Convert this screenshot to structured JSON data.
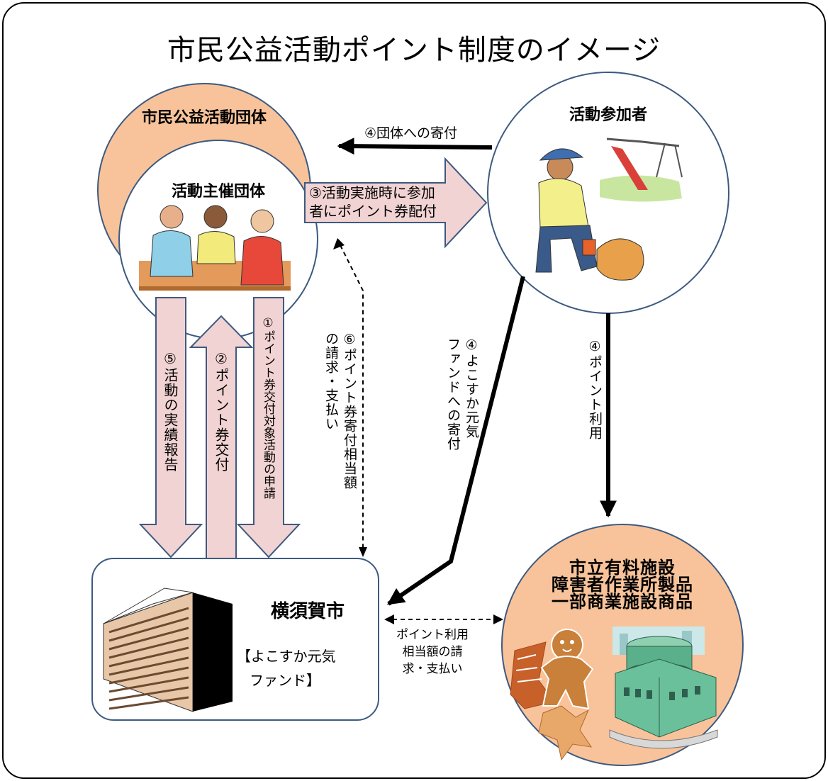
{
  "title": "市民公益活動ポイント制度のイメージ",
  "nodes": {
    "civic_group": "市民公益活動団体",
    "host_group": "活動主催団体",
    "participant": "活動参加者",
    "city": "横須賀市",
    "fund_line1": "【よこすか元気",
    "fund_line2": "ファンド】",
    "facility_line1": "市立有料施設",
    "facility_line2": "障害者作業所製品",
    "facility_line3": "一部商業施設商品"
  },
  "flows": {
    "donation_to_group": "④団体への寄付",
    "distribute_line1": "③活動実施時に参加",
    "distribute_line2": "者にポイント券配付",
    "report": "⑤活動の実績報告",
    "issue": "②ポイント券交付",
    "apply": "①ポイント券交付対象活動の申請",
    "claim_col1": "⑥ポイント券寄付相当額",
    "claim_col2": "の請求・支払い",
    "fund_col1": "④よこすか元気",
    "fund_col2": "ファンドへの寄付",
    "use": "④ポイント利用",
    "settle_line1": "ポイント利用",
    "settle_line2": "相当額の請",
    "settle_line3": "求・支払い"
  },
  "icons": [
    "meeting-people-icon",
    "volunteer-cleanup-icon",
    "office-building-icon",
    "gingerbread-cookie-icon",
    "facility-building-icon"
  ],
  "colors": {
    "circle_fill": "#f8c39a",
    "block_arrow_fill": "#f2d3d3",
    "outline": "#3d5a80"
  }
}
